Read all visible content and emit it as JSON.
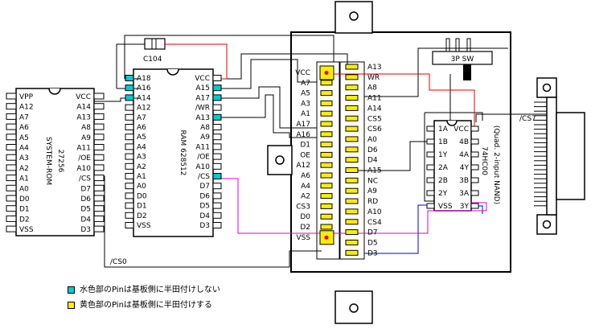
{
  "colors": {
    "cyan": "#00cccc",
    "yellow": "#ffee00",
    "red": "#e00000",
    "blue": "#0000dd",
    "magenta": "#dd00dd"
  },
  "capacitor": "C104",
  "switch_label": "3P SW",
  "rom": {
    "title": "SYSTEM-ROM",
    "part": "27256",
    "left_pins": [
      "VPP",
      "A12",
      "A7",
      "A6",
      "A5",
      "A4",
      "A3",
      "A2",
      "A1",
      "A0",
      "D0",
      "D1",
      "D2",
      "VSS"
    ],
    "right_pins": [
      "VCC",
      "A14",
      "A13",
      "A8",
      "A9",
      "A11",
      "/OE",
      "A10",
      "/CS",
      "D7",
      "D6",
      "D5",
      "D4",
      "D3"
    ]
  },
  "ram": {
    "title": "RAM 628512",
    "left_pins": [
      "A18",
      "A16",
      "A14",
      "A12",
      "A7",
      "A6",
      "A5",
      "A4",
      "A3",
      "A2",
      "A1",
      "A0",
      "D0",
      "D1",
      "D2",
      "VSS"
    ],
    "right_pins": [
      "VCC",
      "A15",
      "A17",
      "/WR",
      "A13",
      "A8",
      "A9",
      "A11",
      "/OE",
      "A10",
      "/CS",
      "D7",
      "D6",
      "D5",
      "D4",
      "D3"
    ]
  },
  "connector": {
    "left_labels": [
      "VCC",
      "A7",
      "A5",
      "A3",
      "A1",
      "A17",
      "A16",
      "D1",
      "OE",
      "A12",
      "A6",
      "A4",
      "A2",
      "CS3",
      "D0",
      "D2",
      "VSS"
    ],
    "right_labels": [
      "A13",
      "WR",
      "A8",
      "A11",
      "A14",
      "CS5",
      "CS6",
      "A0",
      "D6",
      "D4",
      "A15",
      "NC",
      "A9",
      "RD",
      "A10",
      "CS4",
      "D7",
      "D5",
      "D3"
    ]
  },
  "gate": {
    "part": "74HC00",
    "desc": "(Quad. 2-input NAND)",
    "left_pins": [
      "1A",
      "1B",
      "1Y",
      "2A",
      "2B",
      "2Y",
      "VSS"
    ],
    "right_pins": [
      "VCC",
      "4B",
      "4A",
      "4Y",
      "3B",
      "3A",
      "3Y"
    ]
  },
  "wire_labels": {
    "cs7": "/CS7",
    "cs0": "/CS0"
  },
  "legend": [
    {
      "color": "#00cccc",
      "text": "水色部のPinは基板側に半田付けしない"
    },
    {
      "color": "#ffee00",
      "text": "黄色部のPinは基板側に半田付けする"
    }
  ]
}
